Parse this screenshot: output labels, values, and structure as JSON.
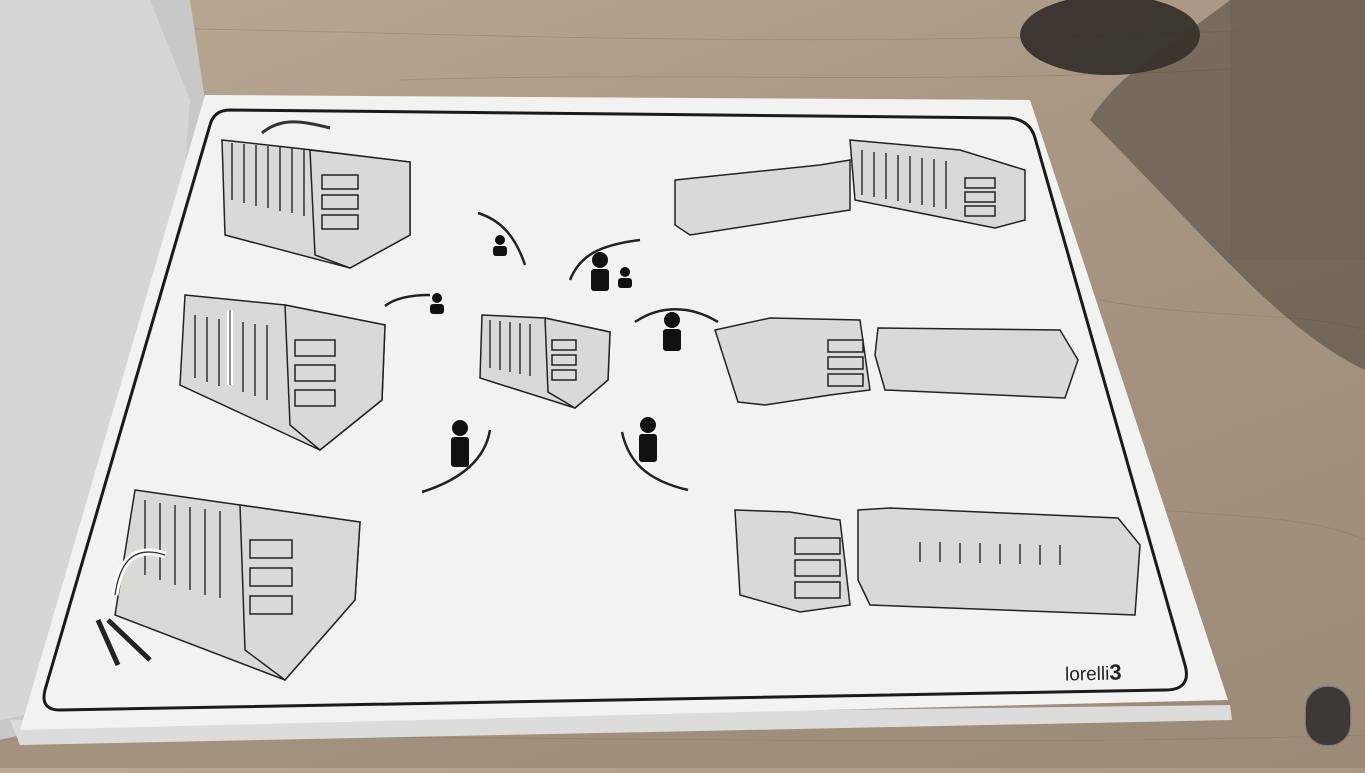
{
  "image": {
    "description_kind": "photo of an open assembly manual on a wooden table",
    "brand": {
      "name": "lorelli",
      "model_number": "3"
    },
    "figures": [
      "crib-with-changer-top",
      "crib-side-lowered",
      "crib-side-removed",
      "crib-centre-compact",
      "sofa-and-crib",
      "desk-and-sofa-bed",
      "dresser-and-bed"
    ],
    "pictograms": [
      "baby",
      "adult-with-child",
      "baby",
      "child",
      "child",
      "child"
    ],
    "colors": {
      "table": "#a89883",
      "paper": "#f2f2f0",
      "line": "#1a1a1a",
      "furniture": "#d9d9d6"
    }
  }
}
